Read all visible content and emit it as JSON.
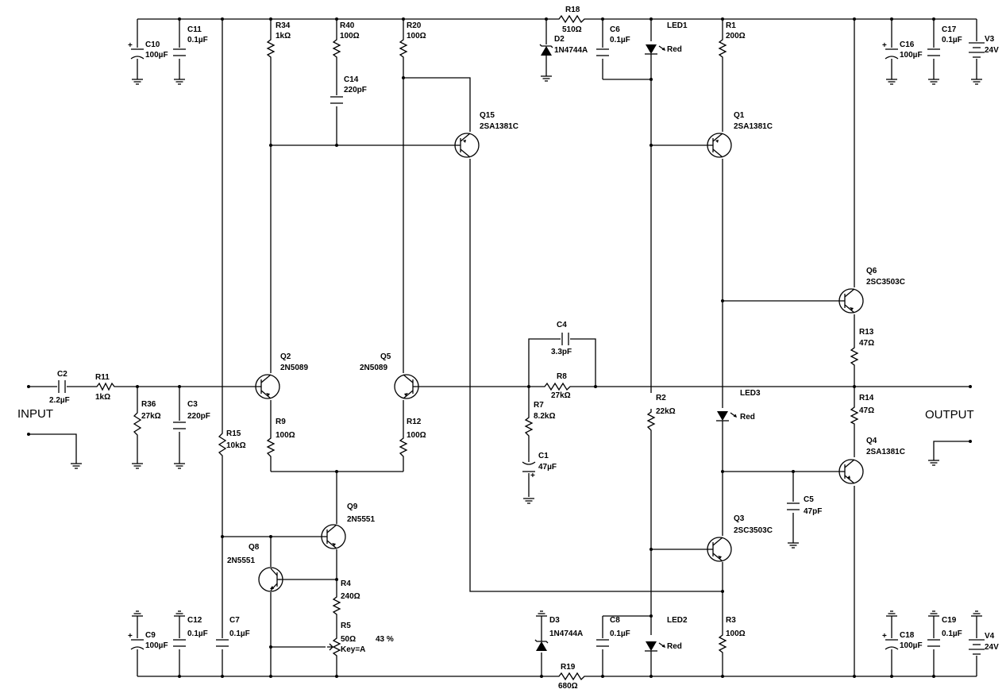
{
  "labels": {
    "input": "INPUT",
    "output": "OUTPUT"
  },
  "components": {
    "C2": {
      "ref": "C2",
      "val": "2.2µF"
    },
    "R11": {
      "ref": "R11",
      "val": "1kΩ"
    },
    "R36": {
      "ref": "R36",
      "val": "27kΩ"
    },
    "C3": {
      "ref": "C3",
      "val": "220pF"
    },
    "C10": {
      "ref": "C10",
      "val": "100µF"
    },
    "C11": {
      "ref": "C11",
      "val": "0.1µF"
    },
    "R34": {
      "ref": "R34",
      "val": "1kΩ"
    },
    "R40": {
      "ref": "R40",
      "val": "100Ω"
    },
    "C14": {
      "ref": "C14",
      "val": "220pF"
    },
    "R20": {
      "ref": "R20",
      "val": "100Ω"
    },
    "R18": {
      "ref": "R18",
      "val": "510Ω"
    },
    "D2": {
      "ref": "D2",
      "val": "1N4744A"
    },
    "C6": {
      "ref": "C6",
      "val": "0.1µF"
    },
    "LED1": {
      "ref": "LED1",
      "val": "Red"
    },
    "R1": {
      "ref": "R1",
      "val": "200Ω"
    },
    "C16": {
      "ref": "C16",
      "val": "100µF"
    },
    "C17": {
      "ref": "C17",
      "val": "0.1µF"
    },
    "V3": {
      "ref": "V3",
      "val": "24V"
    },
    "Q15": {
      "ref": "Q15",
      "val": "2SA1381C"
    },
    "Q1": {
      "ref": "Q1",
      "val": "2SA1381C"
    },
    "Q6": {
      "ref": "Q6",
      "val": "2SC3503C"
    },
    "R13": {
      "ref": "R13",
      "val": "47Ω"
    },
    "C4": {
      "ref": "C4",
      "val": "3.3pF"
    },
    "R8": {
      "ref": "R8",
      "val": "27kΩ"
    },
    "Q2": {
      "ref": "Q2",
      "val": "2N5089"
    },
    "Q5": {
      "ref": "Q5",
      "val": "2N5089"
    },
    "R7": {
      "ref": "R7",
      "val": "8.2kΩ"
    },
    "C1": {
      "ref": "C1",
      "val": "47µF"
    },
    "R2": {
      "ref": "R2",
      "val": "22kΩ"
    },
    "LED3": {
      "ref": "LED3",
      "val": "Red"
    },
    "R14": {
      "ref": "R14",
      "val": "47Ω"
    },
    "Q4": {
      "ref": "Q4",
      "val": "2SA1381C"
    },
    "R15": {
      "ref": "R15",
      "val": "10kΩ"
    },
    "R9": {
      "ref": "R9",
      "val": "100Ω"
    },
    "R12": {
      "ref": "R12",
      "val": "100Ω"
    },
    "C5": {
      "ref": "C5",
      "val": "47pF"
    },
    "Q9": {
      "ref": "Q9",
      "val": "2N5551"
    },
    "Q8": {
      "ref": "Q8",
      "val": "2N5551"
    },
    "Q3": {
      "ref": "Q3",
      "val": "2SC3503C"
    },
    "R4": {
      "ref": "R4",
      "val": "240Ω"
    },
    "R5": {
      "ref": "R5",
      "val": "50Ω",
      "key": "Key=A",
      "pct": "43 %"
    },
    "C9": {
      "ref": "C9",
      "val": "100µF"
    },
    "C12": {
      "ref": "C12",
      "val": "0.1µF"
    },
    "C7": {
      "ref": "C7",
      "val": "0.1µF"
    },
    "D3": {
      "ref": "D3",
      "val": "1N4744A"
    },
    "C8": {
      "ref": "C8",
      "val": "0.1µF"
    },
    "LED2": {
      "ref": "LED2",
      "val": "Red"
    },
    "R3": {
      "ref": "R3",
      "val": "100Ω"
    },
    "C18": {
      "ref": "C18",
      "val": "100µF"
    },
    "C19": {
      "ref": "C19",
      "val": "0.1µF"
    },
    "V4": {
      "ref": "V4",
      "val": "24V"
    },
    "R19": {
      "ref": "R19",
      "val": "680Ω"
    }
  }
}
